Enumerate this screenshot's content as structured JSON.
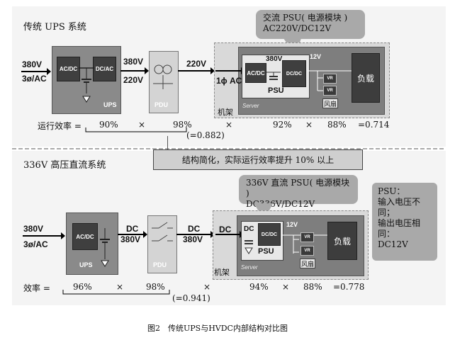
{
  "top": {
    "title": "传统 UPS 系统",
    "callout": {
      "line1": "交流 PSU( 电源模块 )",
      "line2": "AC220V/DC12V"
    },
    "input_voltage": "380V",
    "input_phase": "3ø/AC",
    "ups_out_1": "380V",
    "ups_out_2": "220V",
    "pdu_out": "220V",
    "rack_in": "1ϕ AC",
    "acdc_label": "AC/DC",
    "dcac_label": "DC/AC",
    "ups_label": "UPS",
    "pdu_label": "PDU",
    "psu_in": "380V",
    "psu_label": "PSU",
    "rail": "12V",
    "vr": "VR",
    "load": "负载",
    "fan": "风扇",
    "server": "Server",
    "rack": "机架",
    "eff_label": "运行效率 =",
    "eff_1": "90%",
    "eff_2": "98%",
    "eff_3": "92%",
    "eff_4": "88%",
    "eff_result": "=0.714",
    "times": "×",
    "subtotal": "(=0.882)"
  },
  "middle_banner": "结构简化，实际运行效率提升 10% 以上",
  "bottom": {
    "title": "336V 高压直流系统",
    "callout": {
      "line1": "336V 直流 PSU( 电源模块 )",
      "line2": "DC336V/DC12V"
    },
    "note": {
      "line1": "PSU：",
      "line2": "输入电压不同；",
      "line3": "输出电压相同：",
      "line4": "DC12V"
    },
    "input_voltage": "380V",
    "input_phase": "3ø/AC",
    "acdc_label": "AC/DC",
    "ups_label": "UPS",
    "pdu_label": "PDU",
    "dc_1": "DC",
    "dc_1v": "380V",
    "dc_2": "DC",
    "dc_2v": "380V",
    "rack_in": "DC",
    "dc_label": "DC",
    "dcdc_label": "DC/DC",
    "psu_label": "PSU",
    "rail": "12V",
    "vr": "VR",
    "load": "负载",
    "fan": "风扇",
    "server": "Server",
    "rack": "机架",
    "eff_label": "效率 =",
    "eff_1": "96%",
    "eff_2": "98%",
    "eff_3": "94%",
    "eff_4": "88%",
    "eff_result": "=0.778",
    "times": "×",
    "subtotal": "(=0.941)"
  },
  "caption": "图2　传统UPS与HVDC内部结构对比图"
}
